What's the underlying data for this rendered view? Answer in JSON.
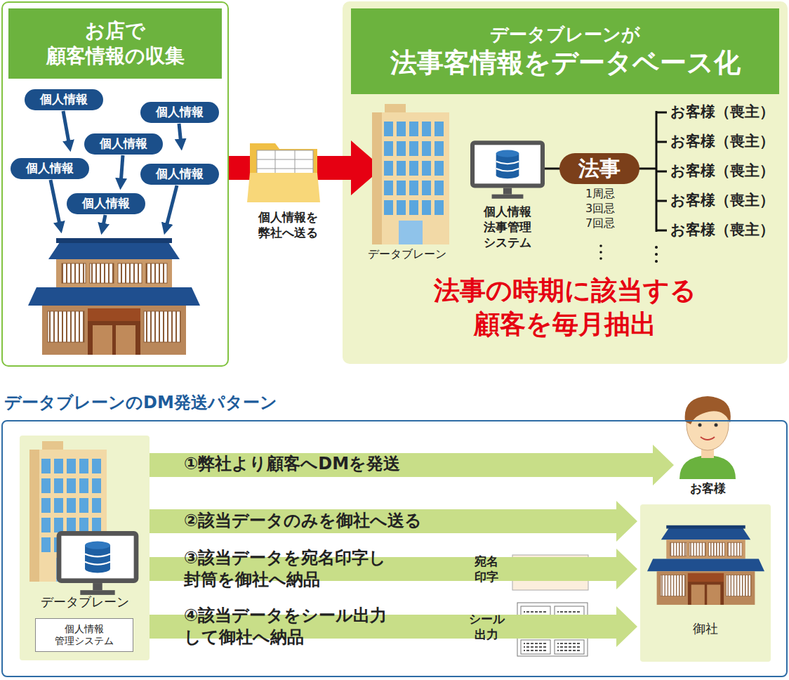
{
  "diagram": {
    "nodes": [
      {
        "text": [
          "お店で 顧客情報の収集"
        ]
      },
      {
        "text": [
          "個人情報"
        ],
        "in": 0
      },
      {
        "text": [
          "個人情報"
        ],
        "in": 0
      },
      {
        "text": [
          "個人情報"
        ],
        "in": 0
      },
      {
        "text": [
          "個人情報"
        ],
        "in": 0
      },
      {
        "text": [
          "個人情報"
        ],
        "in": 0
      },
      {
        "text": [
          "個人情報"
        ],
        "in": 0
      },
      {
        "text": [
          "データブレーンが",
          "法事客情報をデータベース化"
        ]
      },
      {
        "text": [
          "法事"
        ],
        "in": 7
      },
      {
        "text": [
          "データブレーンのDM発送パターン"
        ]
      },
      {
        "text": [
          "データブレーン"
        ],
        "in": 9
      },
      {
        "text": [
          "個人情報 管理システム"
        ],
        "in": 10
      },
      {
        "text": [
          "御社"
        ],
        "in": 9
      }
    ],
    "edges": [
      {
        "from": 10,
        "to": 12,
        "arrow": "to",
        "label": "②該当データのみを御社へ送る"
      },
      {
        "from": 10,
        "to": 12,
        "arrow": "to",
        "label": "③該当データを宛名印字し 封筒を御社へ納品"
      },
      {
        "from": 10,
        "to": 12,
        "arrow": "to",
        "label": "④該当データをシール出力 して御社へ納品"
      }
    ],
    "labels": [
      "個人情報を 弊社へ送る",
      "データブレーン",
      "個人情報 法事管理 システム",
      "1周忌 3回忌 7回忌",
      "お客様（喪主）",
      "お客様（喪主）",
      "お客様（喪主）",
      "お客様（喪主）",
      "お客様（喪主）",
      "法事の時期に該当する 顧客を毎月抽出",
      "①弊社より顧客へDMを発送",
      "お客様",
      "宛名 印字",
      "シール 出力"
    ]
  }
}
